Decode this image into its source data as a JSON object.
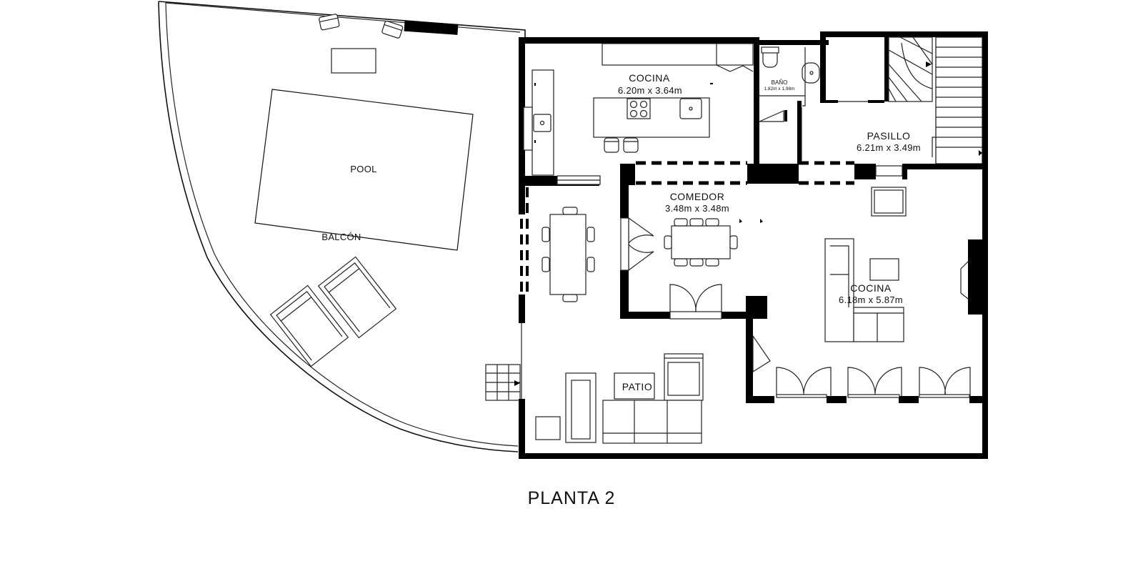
{
  "floor_title": "PLANTA 2",
  "rooms": [
    {
      "id": "cocina-top",
      "name": "COCINA",
      "dims": "6.20m x 3.64m"
    },
    {
      "id": "bano",
      "name": "BAÑO",
      "dims": "1.82m x 1.98m"
    },
    {
      "id": "pasillo",
      "name": "PASILLO",
      "dims": "6.21m x 3.49m"
    },
    {
      "id": "comedor",
      "name": "COMEDOR",
      "dims": "3.48m x 3.48m"
    },
    {
      "id": "cocina-main",
      "name": "COCINA",
      "dims": "6.18m x 5.87m"
    },
    {
      "id": "pool",
      "name": "POOL"
    },
    {
      "id": "balcon",
      "name": "BALCÓN"
    },
    {
      "id": "patio",
      "name": "PATIO"
    }
  ],
  "colors": {
    "wall": "#000000",
    "line": "#222222",
    "background": "#ffffff"
  }
}
